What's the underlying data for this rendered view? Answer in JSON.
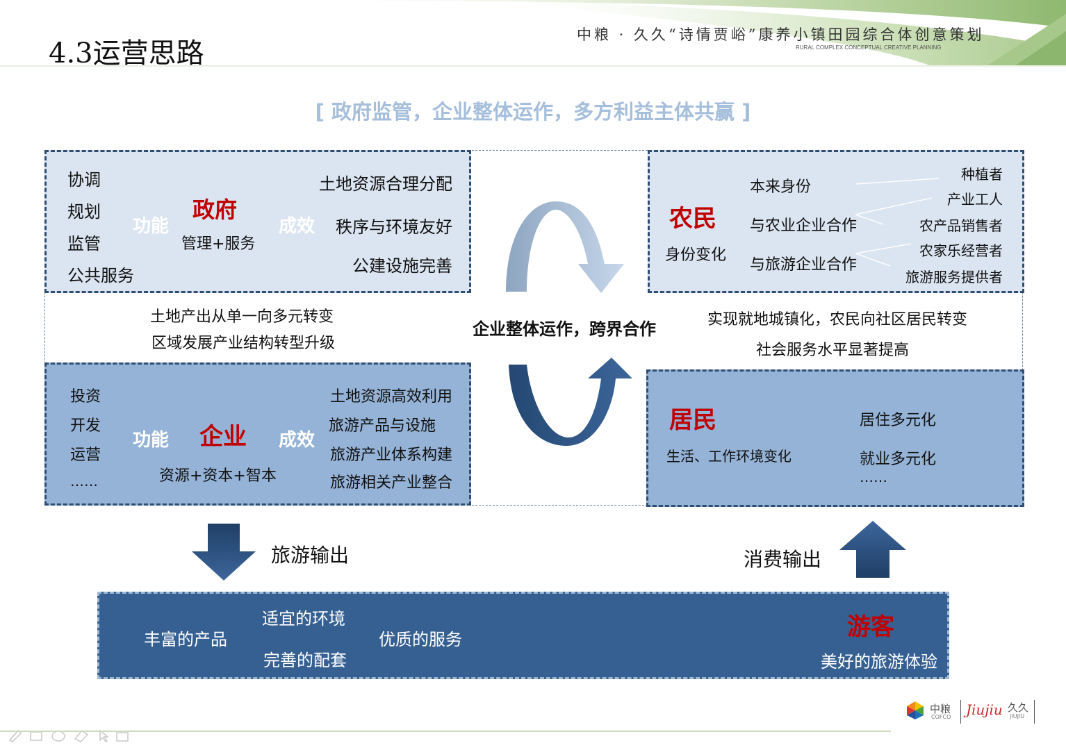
{
  "header": {
    "title": "4.3运营思路",
    "brand_cn": "中粮 · 久久“诗情贾峪”康养小镇田园综合体创意策划",
    "brand_en": "RURAL COMPLEX CONCEPTUAL CREATIVE PLANNING"
  },
  "slogan": "[ 政府监管，企业整体运作，多方利益主体共赢 ]",
  "government": {
    "name": "政府",
    "left_items": [
      "协调",
      "规划",
      "监管",
      "公共服务"
    ],
    "function_label": "功能",
    "sub": "管理+服务",
    "effect_label": "成效",
    "effects": [
      "土地资源合理分配",
      "秩序与环境友好",
      "公建设施完善"
    ]
  },
  "enterprise": {
    "name": "企业",
    "left_items": [
      "投资",
      "开发",
      "运营",
      "……"
    ],
    "function_label": "功能",
    "sub": "资源+资本+智本",
    "effect_label": "成效",
    "effects": [
      "土地资源高效利用",
      "旅游产品与设施",
      "旅游产业体系构建",
      "旅游相关产业整合"
    ]
  },
  "middle_left": [
    "土地产出从单一向多元转变",
    "区域发展产业结构转型升级"
  ],
  "center_label": "企业整体运作，跨界合作",
  "middle_right": [
    "实现就地城镇化，农民向社区居民转变",
    "社会服务水平显著提高"
  ],
  "farmer": {
    "name": "农民",
    "sub": "身份变化",
    "roles": [
      "本来身份",
      "与农业企业合作",
      "与旅游企业合作"
    ],
    "identities": [
      "种植者",
      "产业工人",
      "农产品销售者",
      "农家乐经营者",
      "旅游服务提供者"
    ]
  },
  "resident": {
    "name": "居民",
    "sub": "生活、工作环境变化",
    "items": [
      "居住多元化",
      "就业多元化",
      "……"
    ]
  },
  "flows": {
    "tourism_output": "旅游输出",
    "consumption_output": "消费输出"
  },
  "tourist": {
    "name": "游客",
    "sub": "美好的旅游体验",
    "items": [
      "丰富的产品",
      "适宜的环境",
      "完善的配套",
      "优质的服务"
    ]
  },
  "logos": {
    "cofco_cn": "中粮",
    "cofco_en": "COFCO",
    "jiujiu_script": "Jiujiu",
    "jiujiu_cn": "久久",
    "jiujiu_en": "JIUJIU"
  },
  "colors": {
    "light_box": "#dbe5f1",
    "mid_box": "#95b3d7",
    "dark_box": "#366092",
    "highlight_red": "#c00000",
    "slogan_blue": "#a4bedb"
  }
}
